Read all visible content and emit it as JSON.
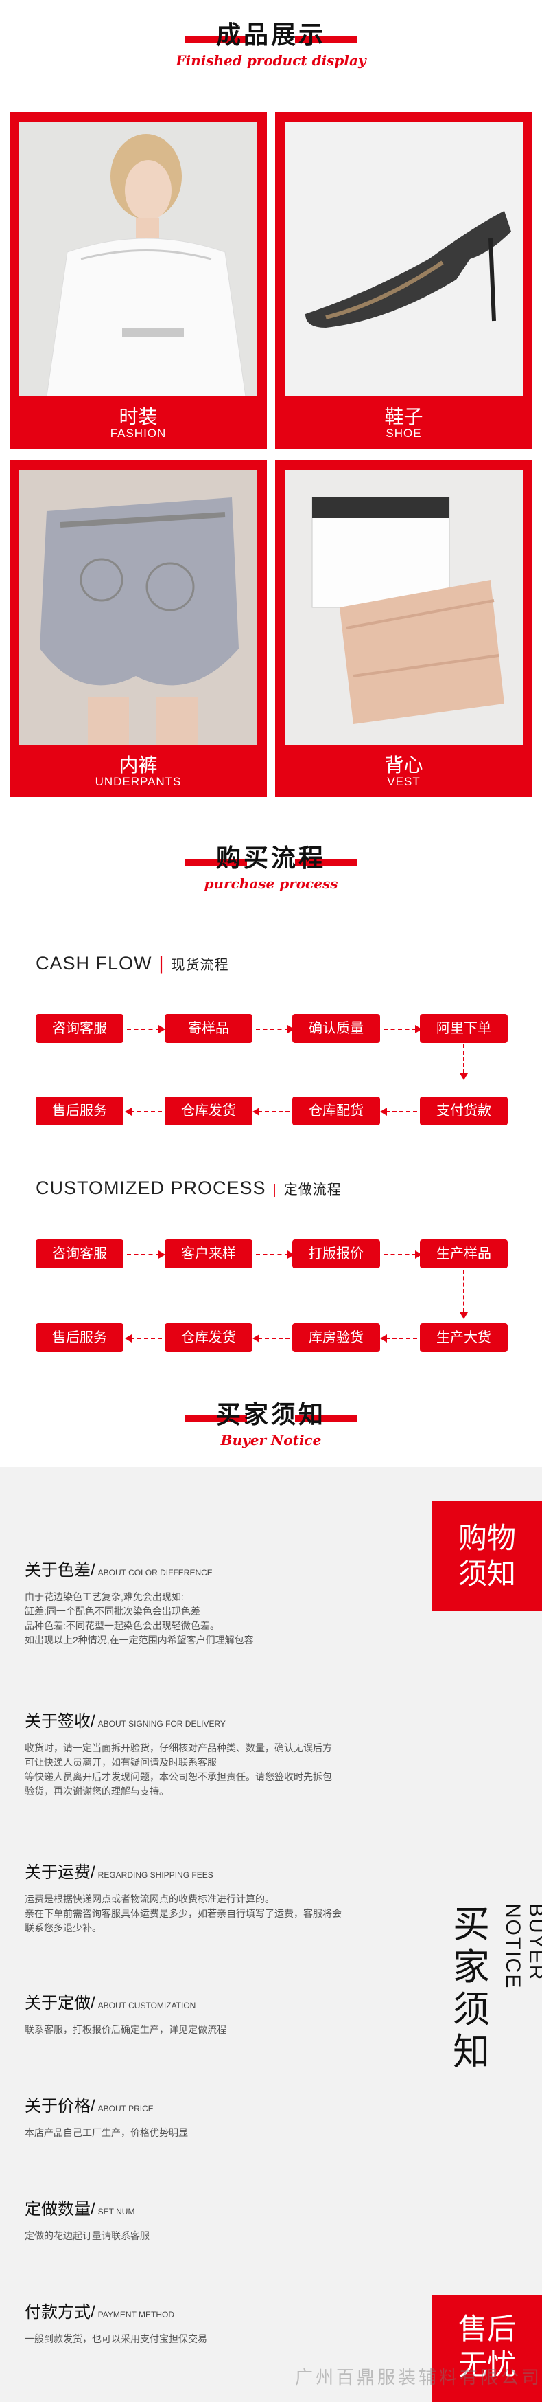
{
  "display": {
    "title_cn": "成品展示",
    "title_en": "Finished product display",
    "cards": [
      {
        "cn": "时装",
        "en": "FASHION"
      },
      {
        "cn": "鞋子",
        "en": "SHOE"
      },
      {
        "cn": "内裤",
        "en": "UNDERPANTS"
      },
      {
        "cn": "背心",
        "en": "VEST"
      }
    ]
  },
  "purchase": {
    "title_cn": "购买流程",
    "title_en": "purchase process",
    "cash": {
      "title": "CASH FLOW",
      "sub": "现货流程",
      "row1": [
        "咨询客服",
        "寄样品",
        "确认质量",
        "阿里下单"
      ],
      "row2": [
        "售后服务",
        "仓库发货",
        "仓库配货",
        "支付货款"
      ]
    },
    "custom": {
      "title": "CUSTOMIZED PROCESS",
      "sub": "定做流程",
      "row1": [
        "咨询客服",
        "客户来样",
        "打版报价",
        "生产样品"
      ],
      "row2": [
        "售后服务",
        "仓库发货",
        "库房验货",
        "生产大货"
      ]
    }
  },
  "notice": {
    "title_cn": "买家须知",
    "title_en": "Buyer Notice",
    "side_top": [
      "购物",
      "须知"
    ],
    "side_mid_cn": [
      "买",
      "家",
      "须",
      "知"
    ],
    "side_mid_en": "BUYER NOTICE",
    "side_bot": [
      "售后",
      "无忧"
    ],
    "items": [
      {
        "cn": "关于色差/",
        "en": "ABOUT COLOR DIFFERENCE",
        "lines": [
          "由于花边染色工艺复杂,难免会出现如:",
          "缸差:同一个配色不同批次染色会出现色差",
          "品种色差:不同花型一起染色会出现轻微色差。",
          "如出现以上2种情况,在一定范围内希望客户们理解包容"
        ]
      },
      {
        "cn": "关于签收/",
        "en": "ABOUT SIGNING FOR DELIVERY",
        "lines": [
          "收货时，请一定当面拆开验货，仔细核对产品种类、数量，确认无误后方",
          "可让快递人员离开，如有疑问请及时联系客服",
          "等快递人员离开后才发现问题，本公司恕不承担责任。请您签收时先拆包",
          "验货，再次谢谢您的理解与支持。"
        ]
      },
      {
        "cn": "关于运费/",
        "en": "REGARDING SHIPPING FEES",
        "lines": [
          "运费是根据快递网点或者物流网点的收费标准进行计算的。",
          "亲在下单前需咨询客服具体运费是多少，如若亲自行填写了运费，客服将会",
          "联系您多退少补。"
        ]
      },
      {
        "cn": "关于定做/",
        "en": "ABOUT CUSTOMIZATION",
        "lines": [
          "联系客服，打板报价后确定生产，详见定做流程"
        ]
      },
      {
        "cn": "关于价格/",
        "en": "ABOUT PRICE",
        "lines": [
          "本店产品自己工厂生产，价格优势明显"
        ]
      },
      {
        "cn": "定做数量/",
        "en": "SET NUM",
        "lines": [
          "定做的花边起订量请联系客服"
        ]
      },
      {
        "cn": "付款方式/",
        "en": "PAYMENT METHOD",
        "lines": [
          "一般到款发货，也可以采用支付宝担保交易"
        ]
      }
    ],
    "watermark": "广州百鼎服装辅料有限公司"
  }
}
